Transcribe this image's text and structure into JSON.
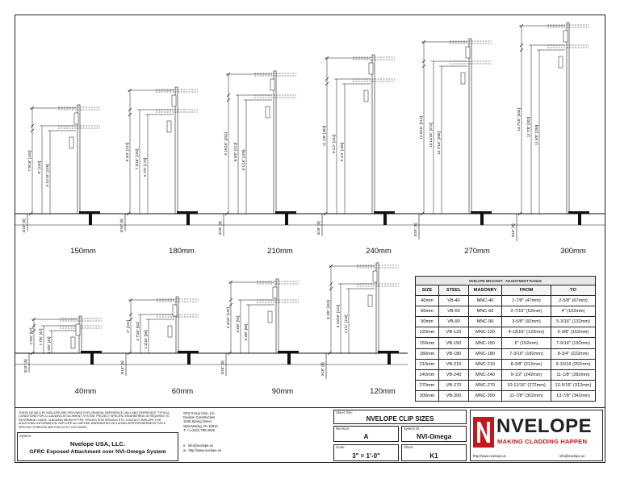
{
  "details_top": [
    {
      "label": "150mm",
      "dims": [
        "7 9/16\" [192]",
        "6\" [152]",
        "5 11/16\" [145]"
      ],
      "bottom": "3/16\" [5]"
    },
    {
      "label": "180mm",
      "dims": [
        "8 3/4\" [222]",
        "7 3/16\" [182]",
        "6 7/8\" [175]"
      ],
      "bottom": "3/16\" [5]"
    },
    {
      "label": "210mm",
      "dims": [
        "9 15/16\" [252]",
        "8 3/8\" [212]",
        "8 1/16\" [205]"
      ],
      "bottom": "3/16\" [5]"
    },
    {
      "label": "240mm",
      "dims": [
        "11 1/8\" [282]",
        "9 1/2\" [242]",
        "9 1/4\" [235]"
      ],
      "bottom": "3/16\" [5]"
    },
    {
      "label": "270mm",
      "dims": [
        "12 5/16\" [312]",
        "10 11/16\" [272]",
        "10 7/16\" [265]"
      ],
      "bottom": "3/16\" [5]"
    },
    {
      "label": "300mm",
      "dims": [
        "13 7/16\" [342]",
        "11 7/8\" [302]",
        "11 5/8\" [295]"
      ],
      "bottom": "3/16\" [5]"
    }
  ],
  "details_bottom": [
    {
      "label": "40mm",
      "dims": [
        "2 5/8\" [67]",
        "1 7/8\" [47]",
        "1 5/8\" [40]"
      ],
      "bottom": "3/16\" [5]"
    },
    {
      "label": "60mm",
      "dims": [
        "4\" [102]",
        "2 7/16\" [62]",
        "2 3/16\" [55]"
      ],
      "bottom": "3/16\" [5]"
    },
    {
      "label": "90mm",
      "dims": [
        "5 3/16\" [132]",
        "3 5/8\" [92]",
        "3 3/8\" [85]"
      ],
      "bottom": "3/16\" [5]"
    },
    {
      "label": "120mm",
      "dims": [
        "6 3/8\" [162]",
        "4 13/16\" [122]",
        "4 1/2\" [115]"
      ],
      "bottom": "3/16\" [5]"
    }
  ],
  "table": {
    "caption": "NVELOPE BRACKET - ADJUSTMENT RANGE",
    "headers": [
      "SIZE",
      "STEEL",
      "MASONRY",
      "FROM",
      "TO"
    ],
    "rows": [
      [
        "40mm",
        "VB-40",
        "MNC-40",
        "1-7/8\" (47mm)",
        "2-5/8\" (67mm)"
      ],
      [
        "60mm",
        "VB-60",
        "MNC-60",
        "2-7/16\" (62mm)",
        "4\" (102mm)"
      ],
      [
        "90mm",
        "VB-90",
        "MNC-90",
        "3-5/8\" (92mm)",
        "5-3/16\" (132mm)"
      ],
      [
        "120mm",
        "VB-120",
        "MNC-120",
        "4-13/16\" (122mm)",
        "6-3/8\" (162mm)"
      ],
      [
        "150mm",
        "VB-150",
        "MNC-150",
        "6\" (152mm)",
        "7-9/16\" (192mm)"
      ],
      [
        "180mm",
        "VB-180",
        "MNC-180",
        "7-3/16\" (182mm)",
        "8-3/4\" (222mm)"
      ],
      [
        "210mm",
        "VB-210",
        "MNC-210",
        "8-3/8\" (212mm)",
        "9-15/16 (252mm)"
      ],
      [
        "240mm",
        "VB-240",
        "MNC-240",
        "9-1/2\" (242mm)",
        "11-1/8\" (282mm)"
      ],
      [
        "270mm",
        "VB-270",
        "MNC-270",
        "10-11/16\" (272mm)",
        "12-5/16\" (312mm)"
      ],
      [
        "300mm",
        "VB-300",
        "MNC-300",
        "11-7/8\" (302mm)",
        "13-7/8\" (342mm)"
      ]
    ]
  },
  "titleblock": {
    "disclaimer": "THESE DETAILS BY NVELOPE ARE PROVIDED FOR GENERAL REFERENCE ONLY AND REPRESENT TYPICAL CONDITIONS FOR A CLADDING ATTACHMENT SYSTEM. PROJECT SPECIFIC ENGINEERING IS REQUIRED TO DETERMINE LOADS, CLADDING WEIGHT/TYPE, PROJECTION SPACING ETC. CONTACT NVELOPE FOR ADDITIONAL INFORMATION. NVELOPE ALL IMPLIED WARRANTIES INCLUDING APPROPRIATENESS FOR A SPECIFIC PURPOSE ARE EXPLICITLY EXCLUDED",
    "system_caption": "System:",
    "company": "Nvelope USA, LLC.",
    "system_name": "GFRC Exposed Attachment over NVI-Omega System",
    "address": [
      "SFS Group USA, Inc.",
      "Division Construction",
      "1045 Spring Street",
      "Wyomissing, PA 19610",
      "T: +1 (610) 790-3040"
    ],
    "email_label": "e:",
    "email": "info@nvelope.us",
    "web_label": "w:",
    "web": "http://www.nvelope.us",
    "sheet_title_caption": "Sheet Title:",
    "sheet_title": "NVELOPE CLIP SIZES",
    "revision_caption": "Revision:",
    "revision": "A",
    "system_id_caption": "System ID:",
    "system_id": "NVI-Omega",
    "scale_caption": "Scale:",
    "scale": "3\" = 1'-0\"",
    "sheet_caption": "Sheet:",
    "sheet": "K1",
    "logo_name": "NVELOPE",
    "logo_tag": "MAKING CLADDING HAPPEN",
    "logo_web": "http://www.nvelope.us",
    "logo_email": "info@nvelope.us",
    "brand_color": "#c4161c"
  }
}
